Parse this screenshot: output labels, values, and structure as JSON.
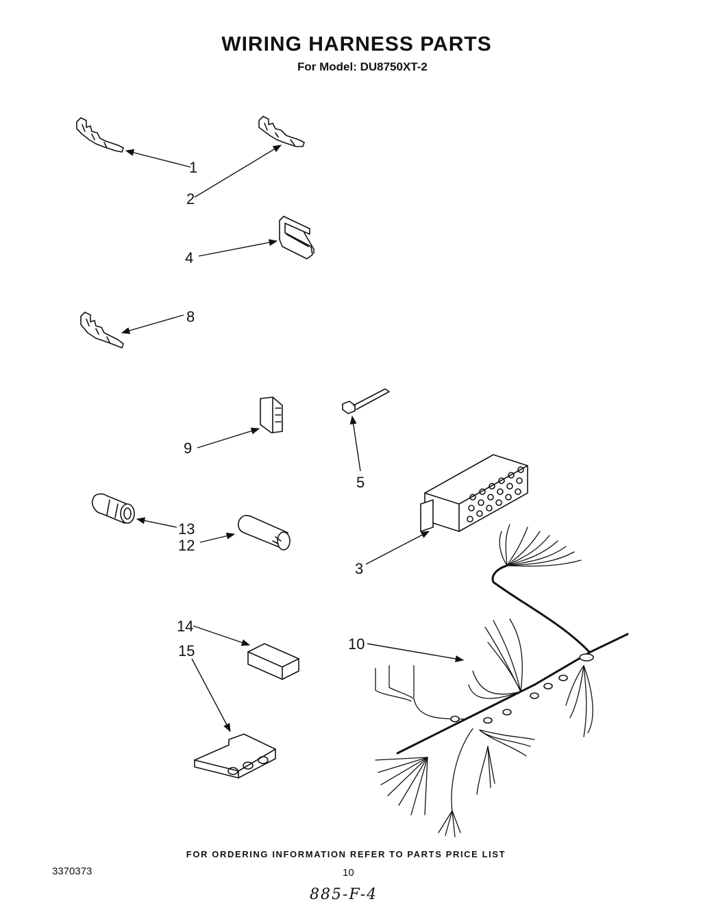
{
  "title": "WIRING HARNESS PARTS",
  "subtitle": "For Model: DU8750XT-2",
  "footer_note": "FOR ORDERING INFORMATION REFER TO PARTS PRICE LIST",
  "doc_number": "3370373",
  "page_number": "10",
  "handwritten_note": "885-F-4",
  "callouts": {
    "c1": "1",
    "c2": "2",
    "c3": "3",
    "c4": "4",
    "c5": "5",
    "c8": "8",
    "c9": "9",
    "c10": "10",
    "c12": "12",
    "c13": "13",
    "c14": "14",
    "c15": "15"
  }
}
